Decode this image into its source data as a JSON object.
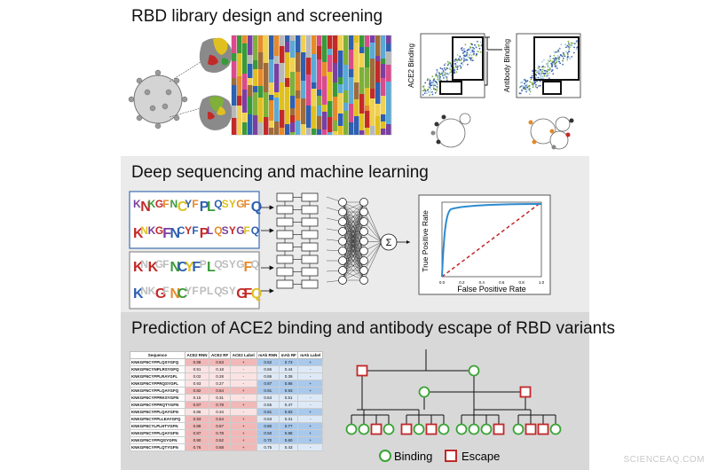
{
  "panel1": {
    "title": "RBD library design and screening",
    "plot_left_ylabel": "ACE2 Binding",
    "plot_right_ylabel": "Antibody Binding"
  },
  "panel2": {
    "title": "Deep sequencing and machine learning",
    "sum_symbol": "Σ",
    "roc": {
      "ylabel": "True Positive Rate",
      "xlabel": "False Positive Rate",
      "ticks": [
        "0.0",
        "0.2",
        "0.4",
        "0.6",
        "0.8",
        "1.0"
      ]
    }
  },
  "panel3": {
    "title": "Prediction of ACE2 binding and antibody escape of RBD variants",
    "table": {
      "headers": [
        "Sequence",
        "ACE2 RNN",
        "ACE2 RF",
        "ACE2 Label",
        "mAb RNN",
        "mAb RF",
        "mAb Label"
      ],
      "rows": [
        [
          "KNKGFNCYFPLQSYGFQ",
          "0.88",
          "0.63",
          "+",
          "0.52",
          "0.73",
          "+"
        ],
        [
          "KNKGFNCYNPLRSYGFQ",
          "0.91",
          "0.18",
          "-",
          "0.66",
          "0.44",
          "-"
        ],
        [
          "KNKGFNCYFPLRAYGFL",
          "0.02",
          "0.28",
          "-",
          "0.86",
          "0.39",
          "-"
        ],
        [
          "KNKGFNCYFPRQSYGFL",
          "0.93",
          "0.27",
          "-",
          "0.87",
          "0.86",
          "+"
        ],
        [
          "KNKGFNCYFPLQAYGFQ",
          "0.82",
          "0.54",
          "+",
          "0.91",
          "0.93",
          "+"
        ],
        [
          "KNKGFNCYFPRKSYGFN",
          "0.15",
          "0.31",
          "-",
          "0.64",
          "0.51",
          "-"
        ],
        [
          "KNKGFNCYFPRQTYGFN",
          "0.87",
          "0.78",
          "+",
          "0.55",
          "0.47",
          "-"
        ],
        [
          "KNKGFNCYFPLQAYGFN",
          "0.86",
          "0.34",
          "-",
          "0.81",
          "0.83",
          "+"
        ],
        [
          "KNKGFNCYFPLLEAYGFQ",
          "0.93",
          "0.64",
          "+",
          "0.53",
          "0.31",
          "-"
        ],
        [
          "KNKGFNCYLPLHTYGFN",
          "0.88",
          "0.57",
          "+",
          "0.80",
          "0.77",
          "+"
        ],
        [
          "KNKGFNCYFPLQAYGFN",
          "0.87",
          "0.78",
          "+",
          "0.50",
          "0.88",
          "+"
        ],
        [
          "KNKGFNCYFPIQSYGFN",
          "0.90",
          "0.52",
          "+",
          "0.70",
          "0.60",
          "+"
        ],
        [
          "KNKGFNCYFPLQTYGFN",
          "0.76",
          "0.68",
          "+",
          "0.75",
          "0.43",
          "-"
        ]
      ]
    },
    "legend": {
      "binding_label": "Binding",
      "escape_label": "Escape"
    }
  },
  "watermark": "SCIENCEAQ.COM",
  "colors": {
    "accent_green": "#3aa335",
    "accent_red": "#c0282a",
    "roc_curve": "#2b8bd0",
    "table_pink": "#f2b8b8",
    "table_blue": "#a9c9ec"
  }
}
